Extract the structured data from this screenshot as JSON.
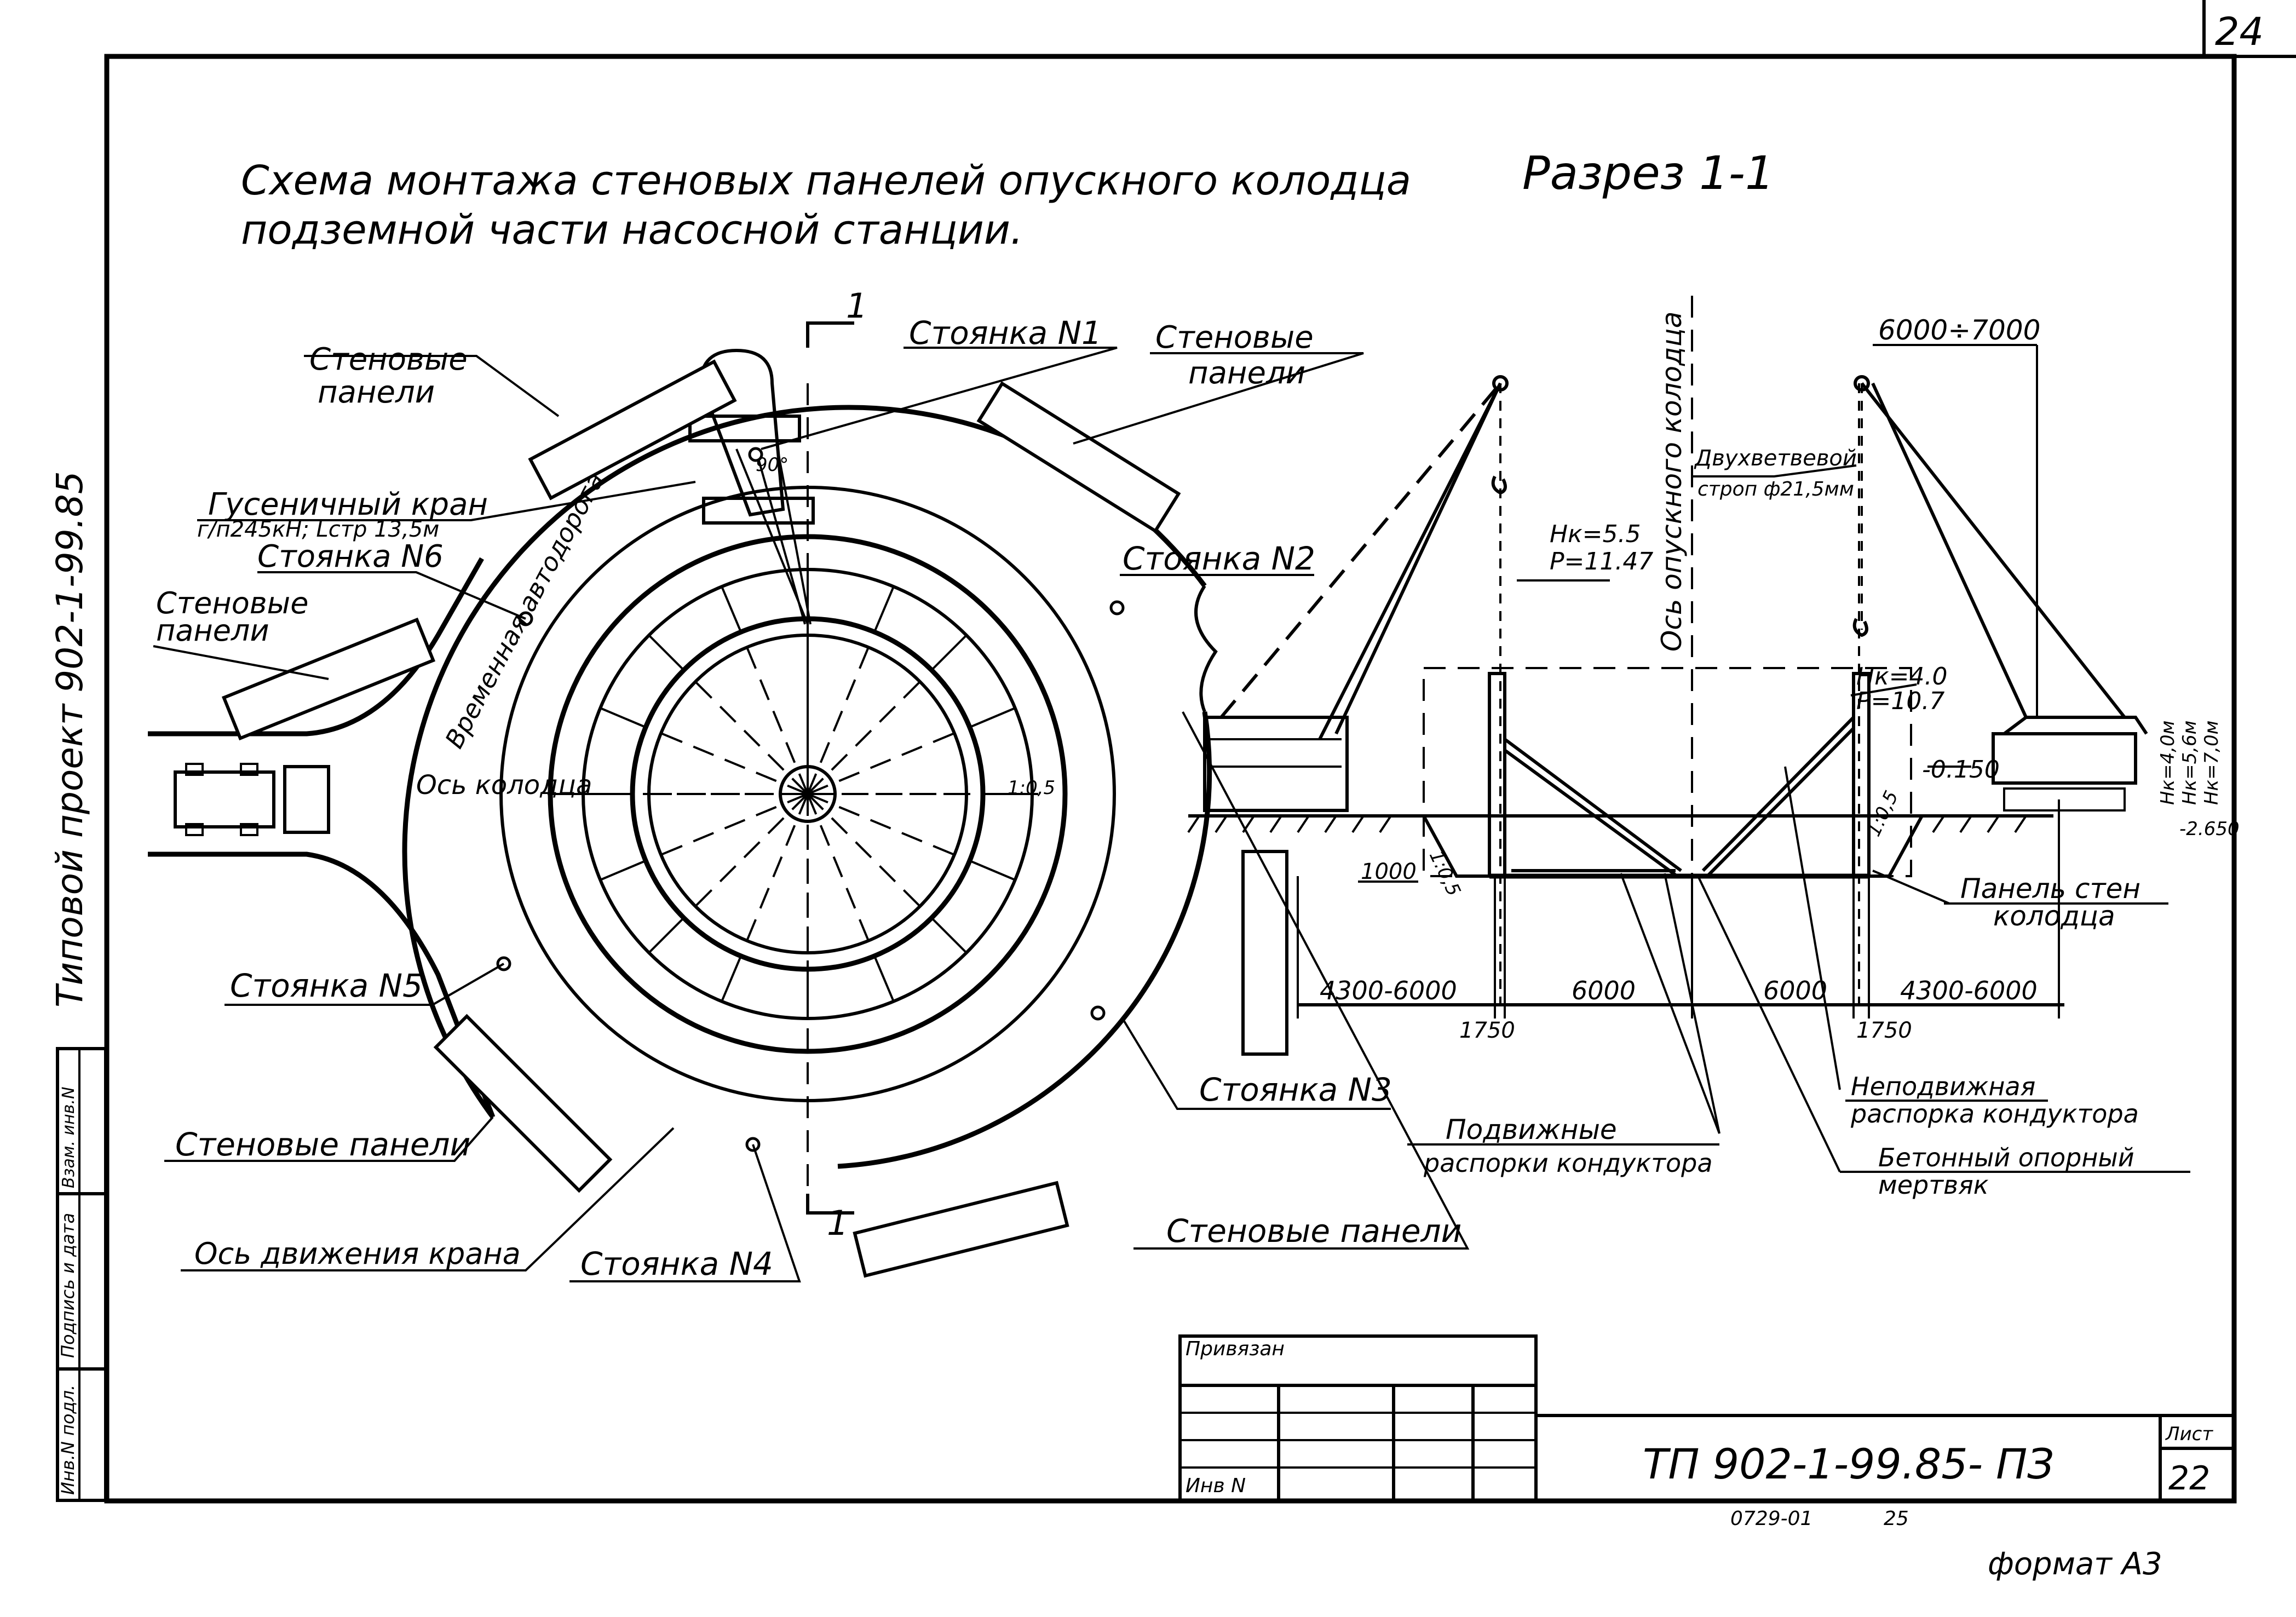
{
  "sheet_number": "24",
  "title": {
    "line1": "Схема монтажа стеновых панелей опускного колодца",
    "line2": "подземной части насосной станции."
  },
  "section_title": "Разрез 1-1",
  "side_text": {
    "project": "Типовой проект 902-1-99.85"
  },
  "left_stamp": [
    "Инв.N подл.",
    "Подпись и дата",
    "Взам. инв.N"
  ],
  "plan_labels": {
    "panels_top_left": [
      "Стеновые",
      "панели"
    ],
    "panels_top_right": [
      "Стеновые",
      "панели"
    ],
    "panels_left": [
      "Стеновые",
      "панели"
    ],
    "panels_bottom_left": "Стеновые панели",
    "panels_bottom_right": "Стеновые панели",
    "crane": "Гусеничный кран",
    "crane_params": "г/п245кН; Lстр 13,5м",
    "stand_1": "Стоянка N1",
    "stand_2": "Стоянка N2",
    "stand_3": "Стоянка N3",
    "stand_4": "Стоянка N4",
    "stand_5": "Стоянка N5",
    "stand_6": "Стоянка N6",
    "temp_road": "Временная автодорога",
    "well_axis": "Ось колодца",
    "crane_axis": "Ось движения крана",
    "section_mark": "1",
    "angle": "90°",
    "slope_inner": "1:0,5"
  },
  "section_labels": {
    "well_axis": "Ось опускного колодца",
    "sling": "Двухветвевой",
    "sling2": "строп ф21,5мм",
    "hk_left": "Hк=5.5",
    "p_left": "P=11.47",
    "hk_right": "Hк=4.0",
    "p_right": "P=10.7",
    "span": "6000÷7000",
    "hk_a": "Hк=4,0м",
    "hk_b": "Hк=5,6м",
    "hk_c": "Hк=7,0м",
    "elev_1": "-0.150",
    "elev_2": "-2.650",
    "slope_l": "1:0,5",
    "slope_r": "1:0,5",
    "dim_1000": "1000",
    "dim_left": "4300-6000",
    "dim_6000a": "6000",
    "dim_6000b": "6000",
    "dim_right": "4300-6000",
    "dim_1750a": "1750",
    "dim_1750b": "1750",
    "wall_panel": "Панель стен",
    "wall_panel2": "колодца",
    "fixed_strut": "Неподвижная",
    "fixed_strut2": "распорка кондуктора",
    "anchor": "Бетонный опорный",
    "anchor2": "мертвяк",
    "mobile_struts": "Подвижные",
    "mobile_struts2": "распорки кондуктора"
  },
  "title_block": {
    "bound": "Привязан",
    "inv": "Инв N",
    "code": "ТП 902-1-99.85- ПЗ",
    "list_label": "Лист",
    "list_number": "22"
  },
  "footer": {
    "copy_no": "0729-01",
    "copy_page": "25",
    "format": "формат А3"
  }
}
